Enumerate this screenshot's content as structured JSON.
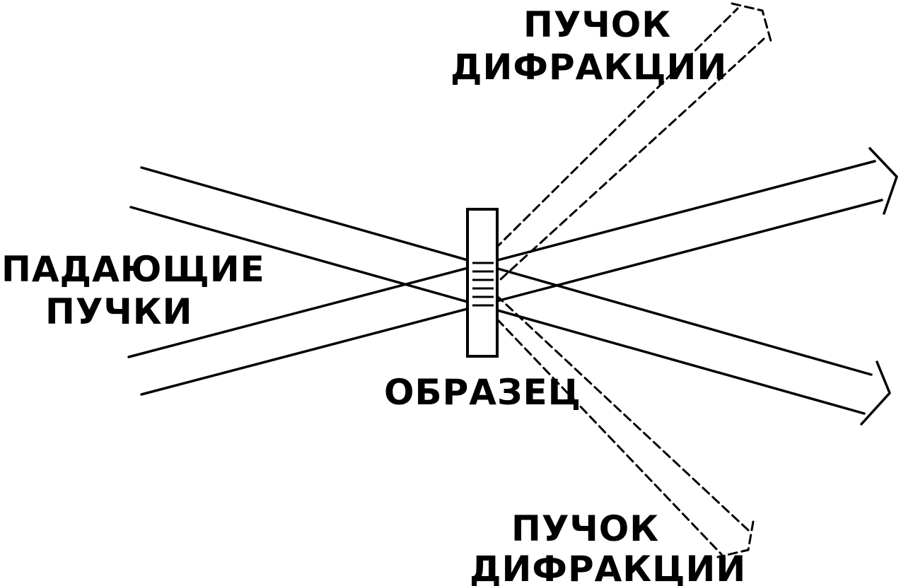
{
  "labels": {
    "diffracted_top_line1": "ПУЧОК",
    "diffracted_top_line2": "ДИФРАКЦИИ",
    "incident_line1": "ПАДАЮЩИЕ",
    "incident_line2": "ПУЧКИ",
    "sample": "ОБРАЗЕЦ",
    "diffracted_bottom_line1": "ПУЧОК",
    "diffracted_bottom_line2": "ДИФРАКЦИИ"
  },
  "colors": {
    "ink": "#000000",
    "background": "#ffffff"
  }
}
